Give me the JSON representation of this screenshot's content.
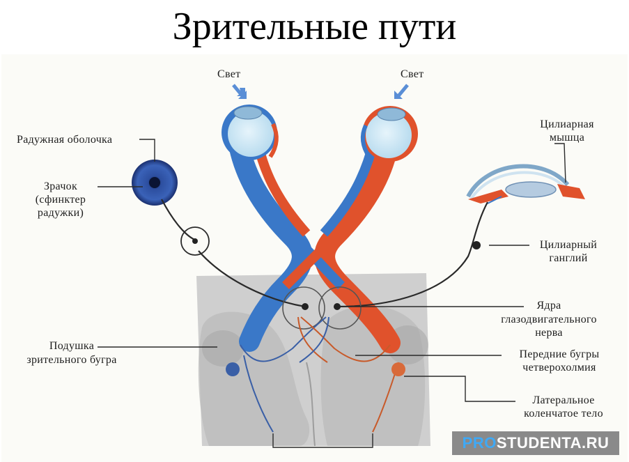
{
  "title": "Зрительные пути",
  "labels": {
    "light_left": "Свет",
    "light_right": "Свет",
    "iris": "Радужная оболочка",
    "pupil_1": "Зрачок",
    "pupil_2": "(сфинктер",
    "pupil_3": "радужки)",
    "ciliary_muscle_1": "Цилиарная",
    "ciliary_muscle_2": "мышца",
    "ciliary_ganglion_1": "Цилиарный",
    "ciliary_ganglion_2": "ганглий",
    "oculomotor_1": "Ядра",
    "oculomotor_2": "глазодвигательного",
    "oculomotor_3": "нерва",
    "pulvinar_1": "Подушка",
    "pulvinar_2": "зрительного бугра",
    "colliculi_1": "Передние бугры",
    "colliculi_2": "четверохолмия",
    "lgn_1": "Латеральное",
    "lgn_2": "коленчатое тело"
  },
  "watermark": {
    "prefix": "PRO",
    "rest": "STUDENTA.RU"
  },
  "colors": {
    "blue": "#3a78c8",
    "red": "#e0522c",
    "brain": "#c8c8c8"
  }
}
